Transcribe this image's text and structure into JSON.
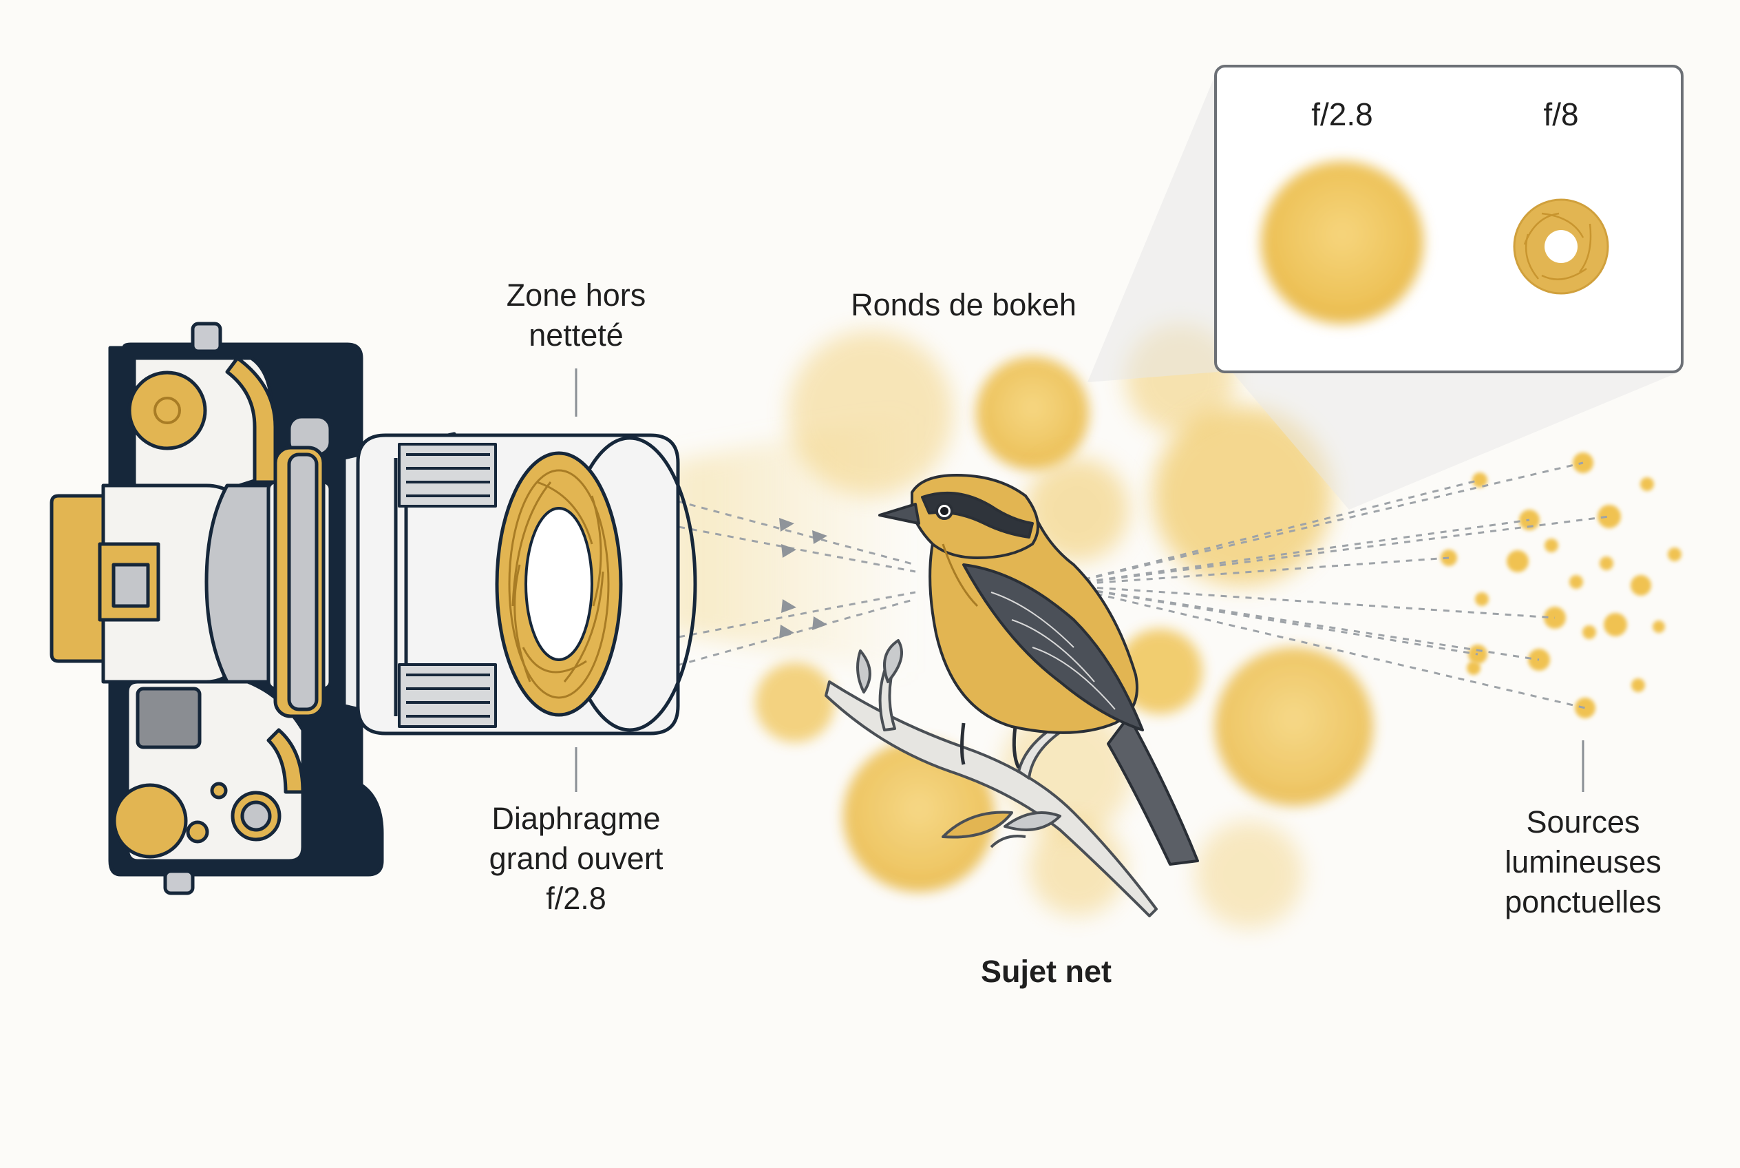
{
  "labels": {
    "zone": [
      "Zone hors",
      "netteté"
    ],
    "diaphragm": [
      "Diaphragme",
      "grand ouvert",
      "f/2.8"
    ],
    "bokeh": "Ronds de bokeh",
    "sources": [
      "Sources",
      "lumineuses",
      "ponctuelles"
    ],
    "subject": "Sujet net"
  },
  "inset": {
    "left_label": "f/2.8",
    "right_label": "f/8"
  },
  "colors": {
    "navy": "#16273a",
    "gold": "#e2b552",
    "gold_dark": "#a87c25",
    "bokeh": "#f0c558",
    "grey": "#8a8d92",
    "line": "#9ea3a8"
  },
  "icons": [
    "camera-icon",
    "lens-icon",
    "aperture-icon",
    "bird-icon",
    "branch-icon"
  ]
}
